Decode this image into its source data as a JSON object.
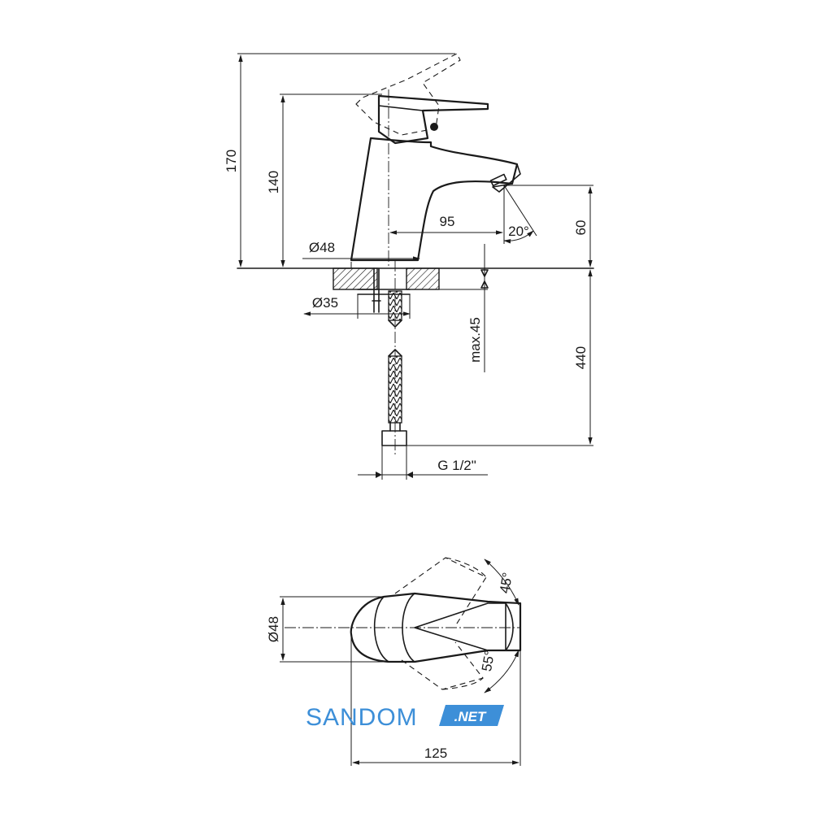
{
  "dimensions": {
    "total_height": "170",
    "body_height": "140",
    "spout_reach": "95",
    "spout_angle": "20°",
    "outlet_height": "60",
    "base_diameter": "Ø48",
    "shank_diameter": "Ø35",
    "max_thickness": "max.45",
    "hose_length": "440",
    "thread": "G 1/2\"",
    "top_diameter": "Ø48",
    "handle_angle_up": "45°",
    "handle_angle_down": "55°",
    "overall_length": "125"
  },
  "brand": {
    "name": "SANDOM",
    "suffix": ".NET"
  },
  "colors": {
    "line": "#1a1a1a",
    "brand_blue": "#3d8fd8"
  }
}
